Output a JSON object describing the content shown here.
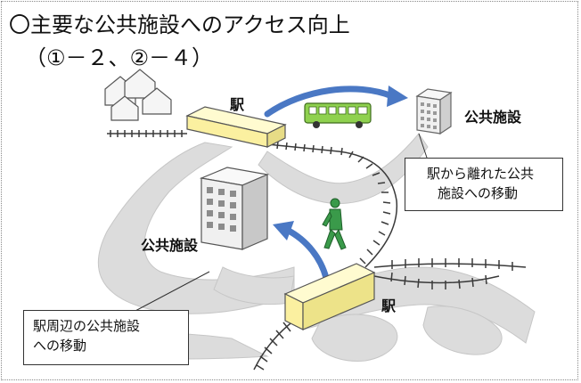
{
  "title": {
    "line1": "〇主要な公共施設へのアクセス向上",
    "line2": "（①－２、②－４）"
  },
  "labels": {
    "station_top": "駅",
    "station_bottom": "駅",
    "facility_right": "公共施設",
    "facility_center": "公共施設"
  },
  "callouts": {
    "remote": {
      "line1": "駅から離れた公共",
      "line2": "施設への移動"
    },
    "nearby": {
      "line1": "駅周辺の公共施設",
      "line2": "への移動"
    }
  },
  "icons": [
    "house-icon",
    "station-building-icon",
    "bus-icon",
    "office-building-icon",
    "walking-person-icon",
    "arrow-icon"
  ],
  "colors": {
    "road": "#d9d9d9",
    "station": "#fbf5b0",
    "arrow": "#4a78c4",
    "bus": "#8fd14f",
    "person": "#3a9a4a",
    "building": "#f2f2f2"
  }
}
